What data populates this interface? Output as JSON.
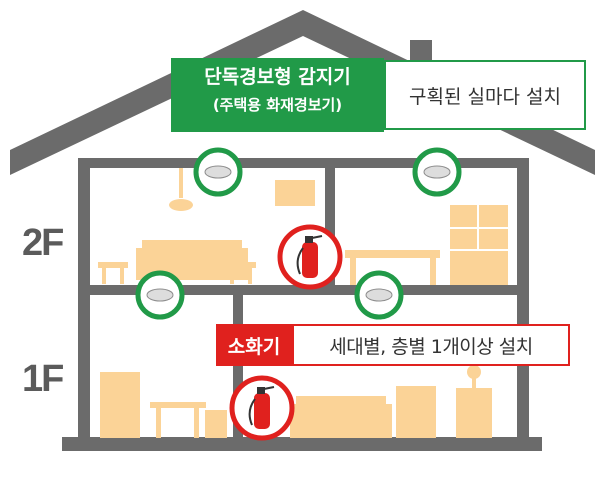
{
  "floors": {
    "upper": "2F",
    "lower": "1F"
  },
  "smoke_detector": {
    "title": "단독경보형 감지기",
    "subtitle": "(주택용 화재경보기)",
    "rule": "구획된 실마다 설치"
  },
  "extinguisher": {
    "title": "소화기",
    "rule": "세대별, 층별 1개이상 설치"
  },
  "colors": {
    "detector_green": "#219a48",
    "extinguisher_red": "#e0211e",
    "house_gray": "#6b6b6b",
    "furniture": "#fbd397"
  },
  "icons": [
    "smoke-detector-icon",
    "fire-extinguisher-icon"
  ]
}
